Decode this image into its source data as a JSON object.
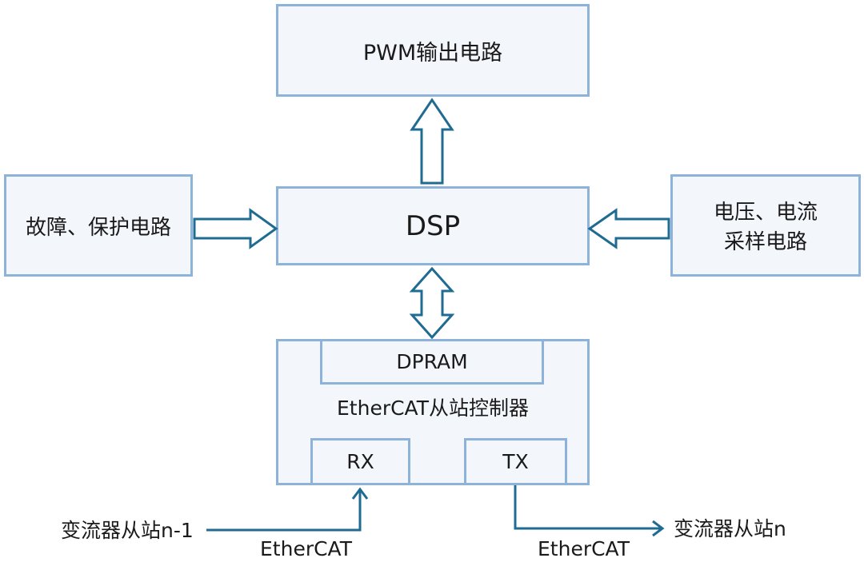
{
  "blocks": {
    "pwm": "PWM输出电路",
    "dsp": "DSP",
    "fault_line1": "故障、保护电路",
    "sampling_line1": "电压、电流",
    "sampling_line2": "采样电路",
    "slave_controller": "EtherCAT从站控制器",
    "dpram": "DPRAM",
    "rx": "RX",
    "tx": "TX"
  },
  "links": {
    "prev_station": "变流器从站n-1",
    "next_station": "变流器从站n",
    "left_bus": "EtherCAT",
    "right_bus": "EtherCAT"
  },
  "colors": {
    "box_border": "#8db3db",
    "box_fill": "#f3f6fb",
    "arrow_stroke": "#1f6b91",
    "text": "#1a1a1a"
  }
}
